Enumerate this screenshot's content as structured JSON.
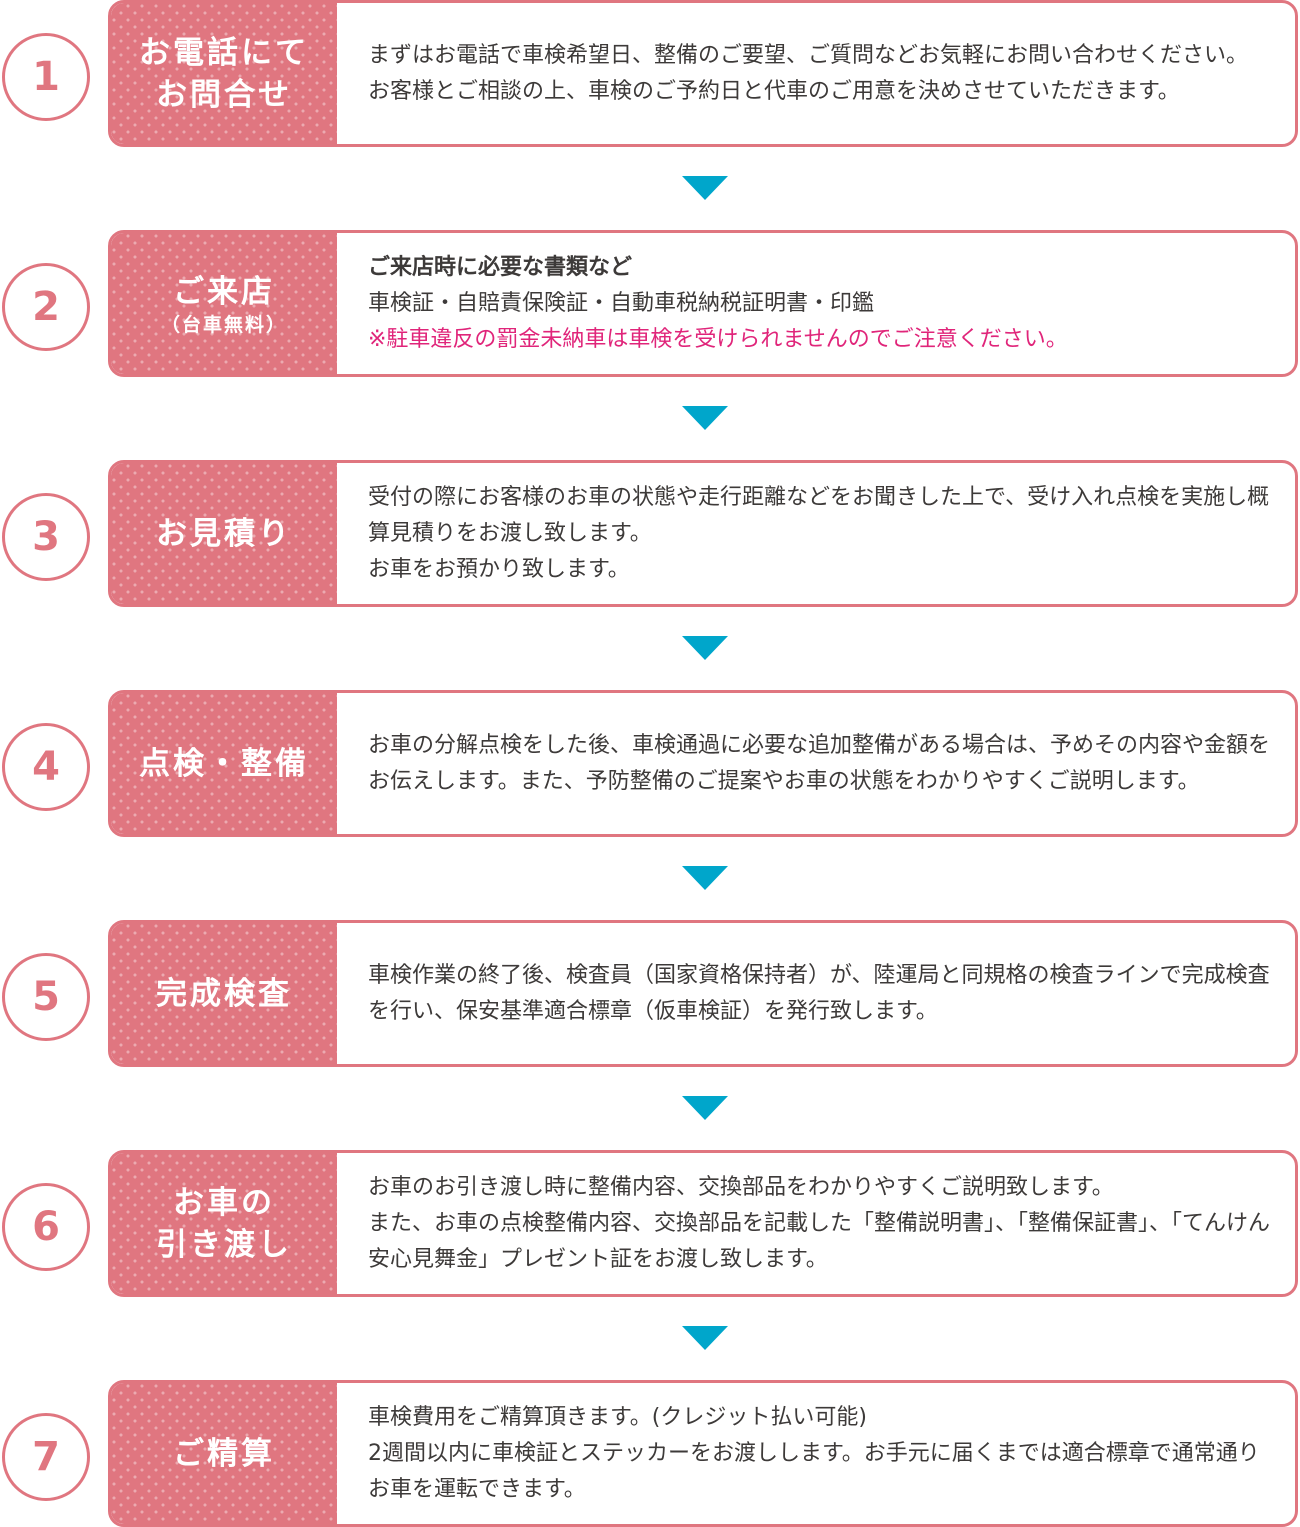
{
  "colors": {
    "accent_pink": "#e07680",
    "arrow_blue": "#00a6cb",
    "warning_magenta": "#e0257a",
    "body_text": "#3d3a39"
  },
  "steps": [
    {
      "number": "1",
      "label": "お電話にて\nお問合せ",
      "lines": [
        "まずはお電話で車検希望日、整備のご要望、ご質問などお気軽にお問い合わせください。",
        "お客様とご相談の上、車検のご予約日と代車のご用意を決めさせていただきます。"
      ]
    },
    {
      "number": "2",
      "label": "ご来店",
      "sublabel": "（台車無料）",
      "heading": "ご来店時に必要な書類など",
      "lines": [
        "車検証・自賠責保険証・自動車税納税証明書・印鑑"
      ],
      "warning": "※駐車違反の罰金未納車は車検を受けられませんのでご注意ください。"
    },
    {
      "number": "3",
      "label": "お見積り",
      "lines": [
        "受付の際にお客様のお車の状態や走行距離などをお聞きした上で、受け入れ点検を実施し概算見積りをお渡し致します。",
        "お車をお預かり致します。"
      ]
    },
    {
      "number": "4",
      "label": "点検・整備",
      "lines": [
        "お車の分解点検をした後、車検通過に必要な追加整備がある場合は、予めその内容や金額をお伝えします。また、予防整備のご提案やお車の状態をわかりやすくご説明します。"
      ]
    },
    {
      "number": "5",
      "label": "完成検査",
      "lines": [
        "車検作業の終了後、検査員（国家資格保持者）が、陸運局と同規格の検査ラインで完成検査を行い、保安基準適合標章（仮車検証）を発行致します。"
      ]
    },
    {
      "number": "6",
      "label": "お車の\n引き渡し",
      "lines": [
        "お車のお引き渡し時に整備内容、交換部品をわかりやすくご説明致します。",
        "また、お車の点検整備内容、交換部品を記載した「整備説明書」、「整備保証書」、「てんけん安心見舞金」プレゼント証をお渡し致します。"
      ]
    },
    {
      "number": "7",
      "label": "ご精算",
      "lines": [
        "車検費用をご精算頂きます。(クレジット払い可能)",
        "2週間以内に車検証とステッカーをお渡しします。お手元に届くまでは適合標章で通常通りお車を運転できます。"
      ]
    }
  ],
  "arrows": [
    {
      "icon": "triangle-down-icon"
    },
    {
      "icon": "triangle-down-icon"
    },
    {
      "icon": "triangle-down-icon"
    },
    {
      "icon": "triangle-down-icon"
    },
    {
      "icon": "triangle-down-icon"
    },
    {
      "icon": "triangle-down-icon"
    }
  ]
}
